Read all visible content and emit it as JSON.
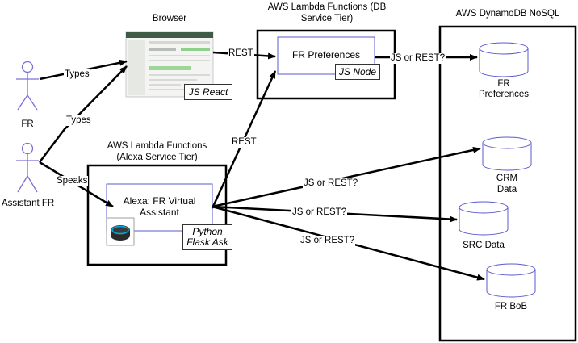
{
  "actors": {
    "fr": "FR",
    "assistant": "Assistant FR"
  },
  "edges": {
    "types_1": "Types",
    "types_2": "Types",
    "speaks": "Speaks",
    "rest_browser": "REST",
    "rest_lambda": "REST",
    "pref_to_db": "JS or REST?",
    "to_crm": "JS or REST?",
    "to_src": "JS or REST?",
    "to_bob": "JS or REST?"
  },
  "browser": {
    "title": "Browser",
    "tag": "JS React"
  },
  "db_tier": {
    "title": "AWS Lambda Functions (DB Service Tier)",
    "inner": "FR Preferences",
    "tag": "JS Node"
  },
  "alexa_tier": {
    "title_line1": "AWS Lambda Functions",
    "title_line2": "(Alexa Service Tier)",
    "inner_line1": "Alexa: FR Virtual",
    "inner_line2": "Assistant",
    "tag_line1": "Python",
    "tag_line2": "Flask Ask"
  },
  "dynamo": {
    "title": "AWS DynamoDB NoSQL",
    "tables": [
      {
        "line1": "FR",
        "line2": "Preferences"
      },
      {
        "line1": "CRM",
        "line2": "Data"
      },
      {
        "line1": "SRC Data",
        "line2": ""
      },
      {
        "line1": "FR BoB",
        "line2": ""
      }
    ]
  },
  "colors": {
    "actor": "#7b6fd8",
    "inner_box": "#5a5ad0",
    "echo_ring": "#00aadd"
  }
}
